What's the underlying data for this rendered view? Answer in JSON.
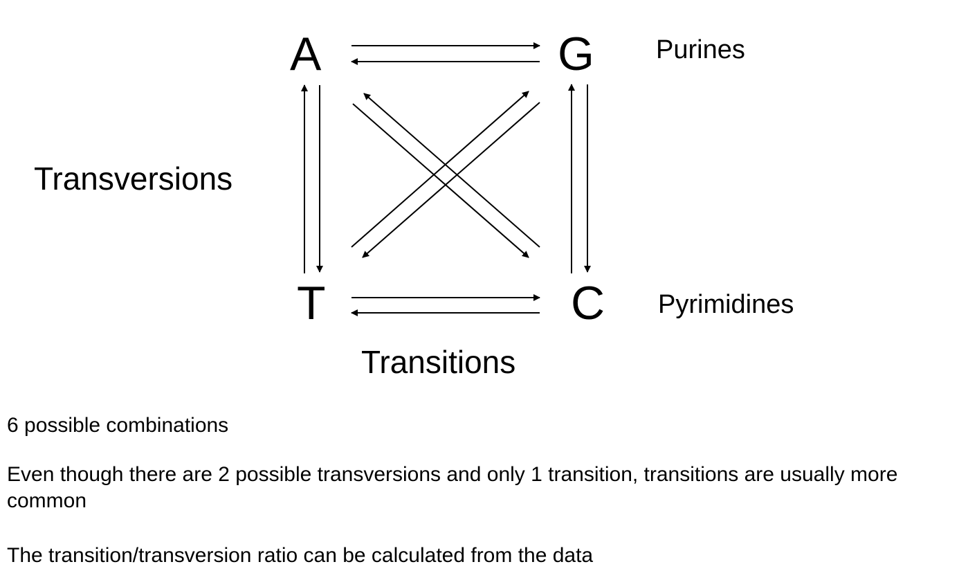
{
  "diagram": {
    "bases": {
      "a": "A",
      "g": "G",
      "t": "T",
      "c": "C"
    },
    "group_labels": {
      "purines": "Purines",
      "pyrimidines": "Pyrimidines"
    },
    "category_labels": {
      "transversions": "Transversions",
      "transitions": "Transitions"
    }
  },
  "notes": [
    "6 possible combinations",
    "Even though there are 2 possible transversions and only 1 transition, transitions are usually more common",
    "The transition/transversion ratio can be calculated from the data"
  ]
}
